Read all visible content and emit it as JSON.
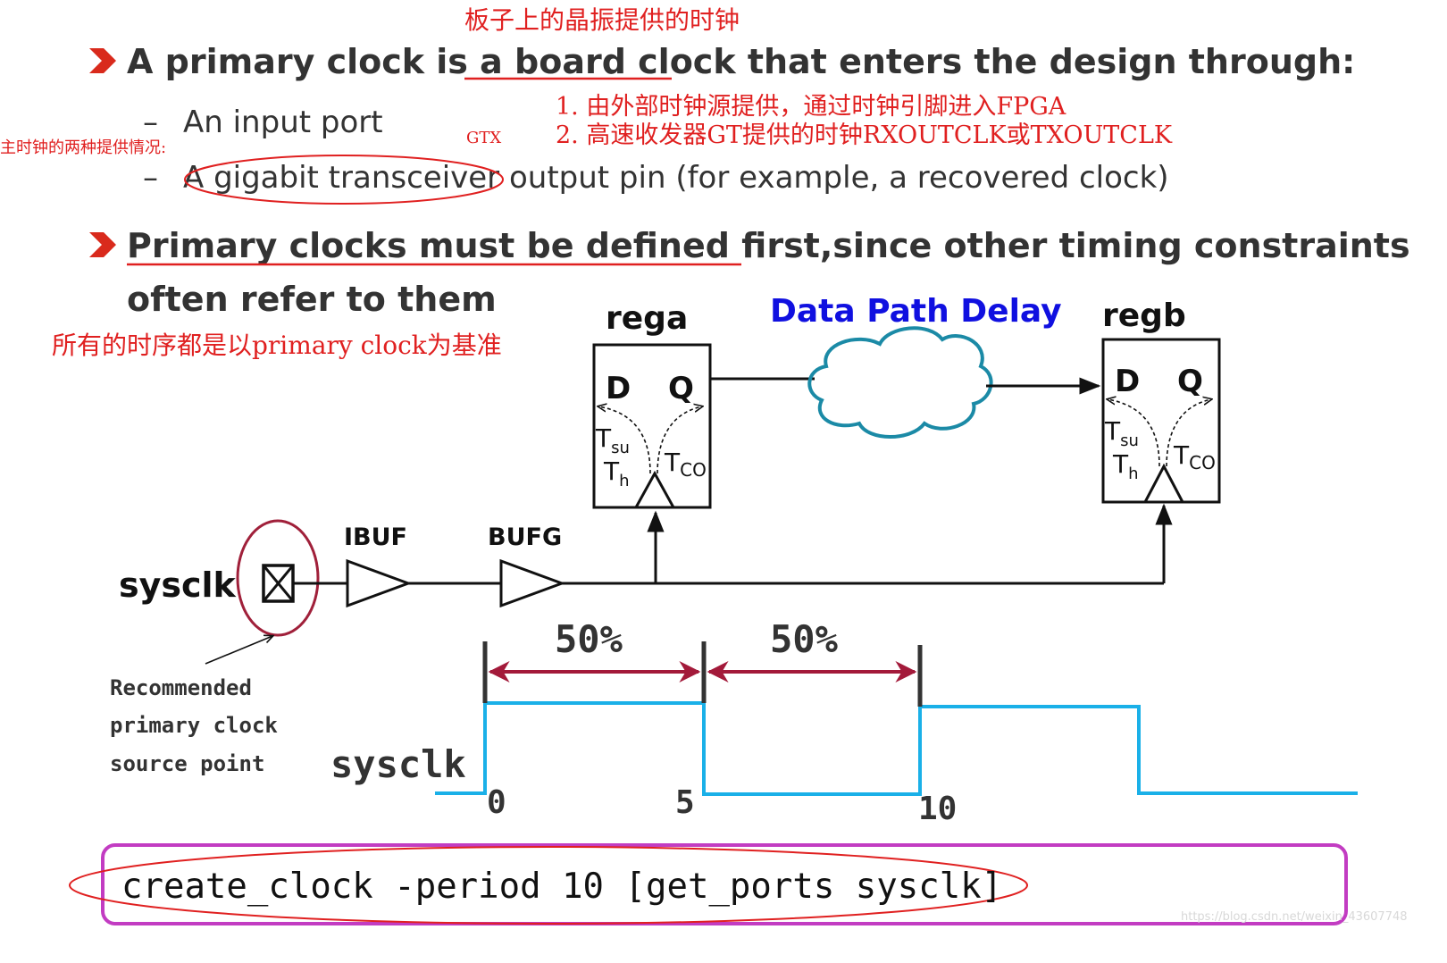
{
  "colors": {
    "text": "#333333",
    "annotation_red": "#e02020",
    "bullet_red": "#d92a1c",
    "data_path_blue": "#1010e0",
    "cloud_stroke": "#1b8aa6",
    "waveform": "#1ab0e8",
    "dimension_arrow": "#a31a3a",
    "pin_circle": "#a0203a",
    "command_box": "#c23cc2"
  },
  "annotations": {
    "board_clock_cn": "板子上的晶振提供的时钟",
    "source_1": "1. 由外部时钟源提供，通过时钟引脚进入FPGA",
    "source_2": "2. 高速收发器GT提供的时钟RXOUTCLK或TXOUTCLK",
    "gtx": "GTX",
    "two_cases": "主时钟的两种提供情况:",
    "reference": "所有的时序都是以primary clock为基准"
  },
  "bullets": {
    "b1_prefix": "A primary clock is a ",
    "b1_underline": "board clock",
    "b1_suffix": " that enters the design through:",
    "sub1_dash": "–",
    "sub1_text": "An input port",
    "sub2_dash": "–",
    "sub2_circled": "A gigabit transceiver",
    "sub2_rest": " output pin (for example, a recovered clock)",
    "b2_underline": "Primary clocks must be defined first",
    "b2_suffix": ",since other timing constraints",
    "b2_line2": "often refer to them"
  },
  "diagram": {
    "data_path_label": "Data Path Delay",
    "rega": {
      "name": "rega",
      "d": "D",
      "q": "Q",
      "tsu": "T",
      "tsu_sub": "su",
      "th": "T",
      "th_sub": "h",
      "tco": "T",
      "tco_sub": "CO"
    },
    "regb": {
      "name": "regb",
      "d": "D",
      "q": "Q",
      "tsu": "T",
      "tsu_sub": "su",
      "th": "T",
      "th_sub": "h",
      "tco": "T",
      "tco_sub": "CO"
    },
    "ibuf": "IBUF",
    "bufg": "BUFG",
    "sysclk_port": "sysclk",
    "recommended_line1": "Recommended",
    "recommended_line2": "primary clock",
    "recommended_line3": "source point"
  },
  "waveform": {
    "label": "sysclk",
    "duty_high": "50%",
    "duty_low": "50%",
    "tick_0": "0",
    "tick_5": "5",
    "tick_10": "10"
  },
  "command": "create_clock -period 10 [get_ports sysclk]",
  "watermark": "https://blog.csdn.net/weixin_43607748"
}
